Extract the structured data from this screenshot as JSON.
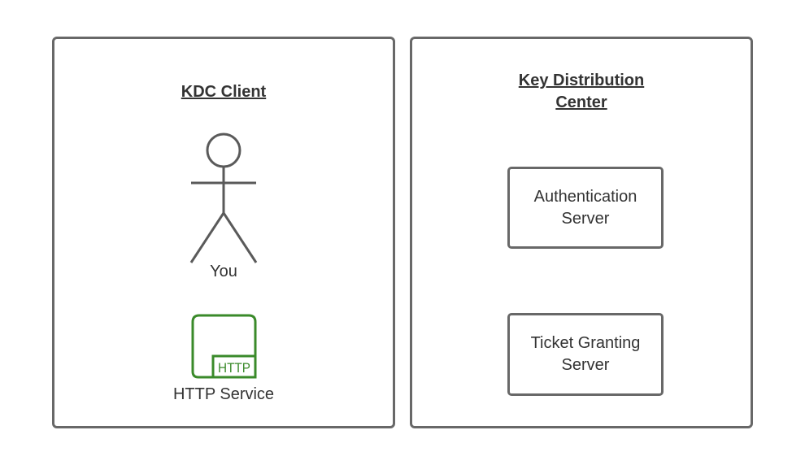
{
  "client": {
    "title": "KDC Client",
    "user_label": "You",
    "service_label": "HTTP Service",
    "service_icon_text": "HTTP"
  },
  "kdc": {
    "title_line1": "Key Distribution",
    "title_line2": "Center",
    "servers": [
      {
        "line1": "Authentication",
        "line2": "Server"
      },
      {
        "line1": "Ticket Granting",
        "line2": "Server"
      }
    ]
  },
  "colors": {
    "border": "#686868",
    "http_icon": "#3a8a2a",
    "text": "#333333"
  }
}
